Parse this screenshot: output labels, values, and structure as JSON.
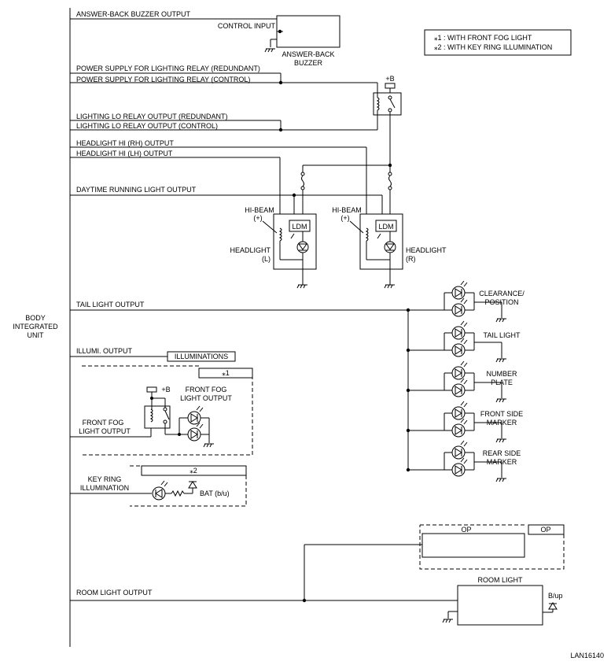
{
  "diagram_id": "LAN16140",
  "body_unit": [
    "BODY",
    "INTEGRATED",
    "UNIT"
  ],
  "notes": {
    "n1": "⁎1  : WITH FRONT FOG LIGHT",
    "n2": "⁎2  : WITH KEY RING ILLUMINATION",
    "tag1": "⁎1",
    "tag2": "⁎2"
  },
  "outputs": {
    "answer_back": "ANSWER-BACK BUZZER OUTPUT",
    "ps_redundant": "POWER SUPPLY FOR LIGHTING RELAY (REDUNDANT)",
    "ps_control": "POWER SUPPLY FOR LIGHTING RELAY (CONTROL)",
    "lo_redundant": "LIGHTING LO RELAY OUTPUT (REDUNDANT)",
    "lo_control": "LIGHTING LO RELAY OUTPUT (CONTROL)",
    "hi_rh": "HEADLIGHT HI (RH) OUTPUT",
    "hi_lh": "HEADLIGHT HI (LH) OUTPUT",
    "drl": "DAYTIME RUNNING LIGHT OUTPUT",
    "tail": "TAIL LIGHT OUTPUT",
    "illumi": "ILLUMI. OUTPUT",
    "fog": [
      "FRONT FOG",
      "LIGHT OUTPUT"
    ],
    "keyring": [
      "KEY RING",
      "ILLUMINATION"
    ],
    "room": "ROOM LIGHT OUTPUT"
  },
  "labels": {
    "control_input": "CONTROL INPUT",
    "buzzer": [
      "ANSWER-BACK",
      "BUZZER"
    ],
    "plus_b": "+B",
    "hi_beam": "HI-BEAM",
    "plus": "(+)",
    "ldm": "LDM",
    "headlight_l": [
      "HEADLIGHT",
      "(L)"
    ],
    "headlight_r": [
      "HEADLIGHT",
      "(R)"
    ],
    "illuminations": "ILLUMINATIONS",
    "fog_light_output": [
      "FRONT FOG",
      "LIGHT OUTPUT"
    ],
    "bat": "BAT (b/u)",
    "op": "OP",
    "room_light": "ROOM LIGHT",
    "bup": "B/up"
  },
  "lamp_groups": [
    [
      "CLEARANCE/",
      "POSITION"
    ],
    [
      "TAIL LIGHT"
    ],
    [
      "NUMBER",
      "PLATE"
    ],
    [
      "FRONT SIDE",
      "MARKER"
    ],
    [
      "REAR SIDE",
      "MARKER"
    ]
  ]
}
